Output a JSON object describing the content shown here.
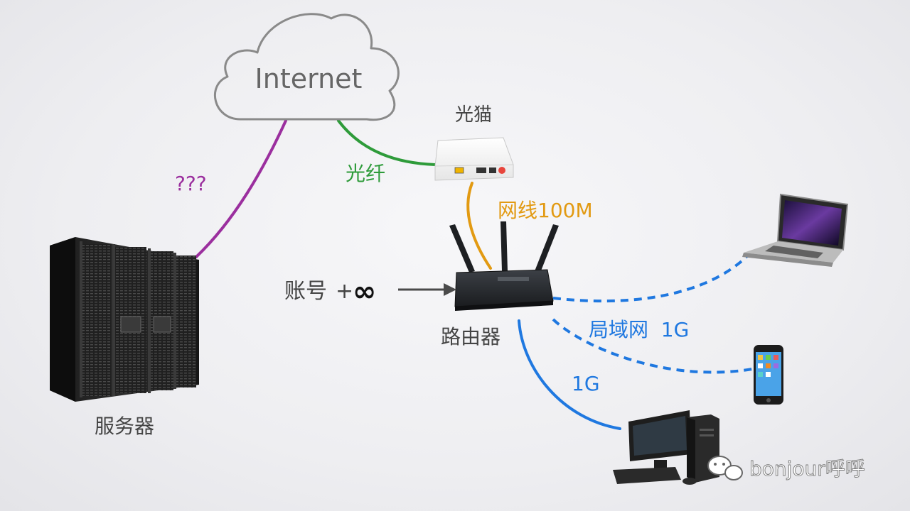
{
  "cloud": {
    "label": "Internet"
  },
  "modem": {
    "label": "光猫"
  },
  "router": {
    "label": "路由器"
  },
  "server": {
    "label": "服务器"
  },
  "links": {
    "fiber": "光纤",
    "unknown": "???",
    "ethernet": "网线100M",
    "lan": "局域网  1G",
    "wired": "1G"
  },
  "account": {
    "label": "账号",
    "plus": "+",
    "symbol": "∞"
  },
  "watermark": {
    "text": "bonjour呼呼"
  },
  "colors": {
    "fiber": "#2e9b3a",
    "unknown": "#9b2f9e",
    "ethernet": "#e29a12",
    "lan": "#1f78e0",
    "text": "#444444",
    "cloud_stroke": "#8a8a8a"
  }
}
